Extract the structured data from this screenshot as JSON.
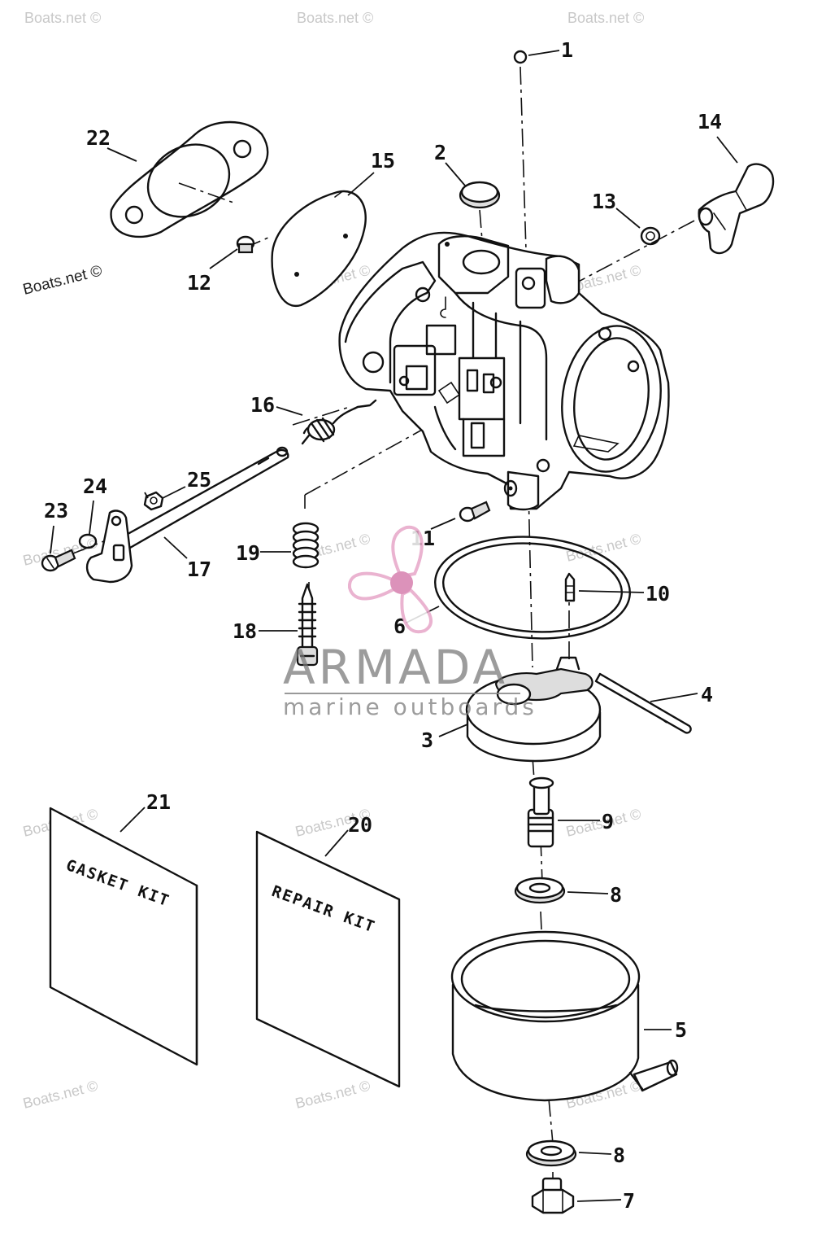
{
  "labels": [
    "1",
    "2",
    "3",
    "4",
    "5",
    "6",
    "7",
    "8",
    "8",
    "9",
    "10",
    "11",
    "12",
    "13",
    "14",
    "15",
    "16",
    "17",
    "18",
    "19",
    "20",
    "21",
    "22",
    "23",
    "24",
    "25"
  ],
  "kits": {
    "gasket": "GASKET KIT",
    "repair": "REPAIR KIT"
  },
  "watermark": {
    "text": "Boats.net ©"
  },
  "brand": {
    "name": "ARMADA",
    "tagline": "marine outboards",
    "accent_color": "#e7a6c8",
    "accent_dark": "#d77fae"
  }
}
